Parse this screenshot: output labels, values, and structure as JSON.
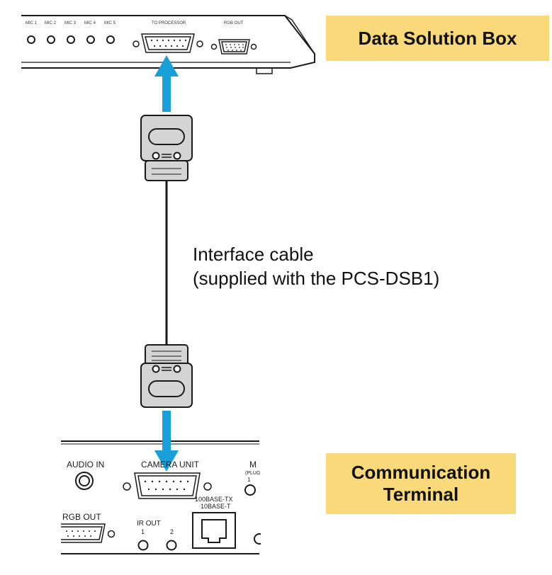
{
  "colors": {
    "arrow": "#1aa0d8",
    "label_bg": "#fad97a",
    "device_line": "#1a1a1a",
    "connector_fill": "#d4d4d4"
  },
  "labels": {
    "data_solution_box": "Data Solution Box",
    "communication_terminal": [
      "Communication",
      "Terminal"
    ]
  },
  "cable_label": {
    "line1": "Interface cable",
    "line2": "(supplied with the PCS-DSB1)"
  },
  "top_device": {
    "mic_labels": [
      "MIC 1",
      "MIC 2",
      "MIC 3",
      "MIC 4",
      "MIC 5"
    ],
    "to_processor": "TO PROCESSOR",
    "rgb_out": "RGB OUT"
  },
  "bottom_device": {
    "audio_in": "AUDIO IN",
    "camera_unit": "CAMERA UNIT",
    "cut_letter": "M",
    "plug": "(PLUG",
    "plug_num": "1",
    "rgb_out": "RGB OUT",
    "ir_out": "IR OUT",
    "ir_1": "1",
    "ir_2": "2",
    "ethernet_1": "100BASE-TX",
    "ethernet_2": "10BASE-T"
  },
  "icons": [
    "arrow-up-icon",
    "arrow-down-icon",
    "dsub-connector-icon",
    "rj45-port-icon",
    "audio-jack-icon"
  ]
}
